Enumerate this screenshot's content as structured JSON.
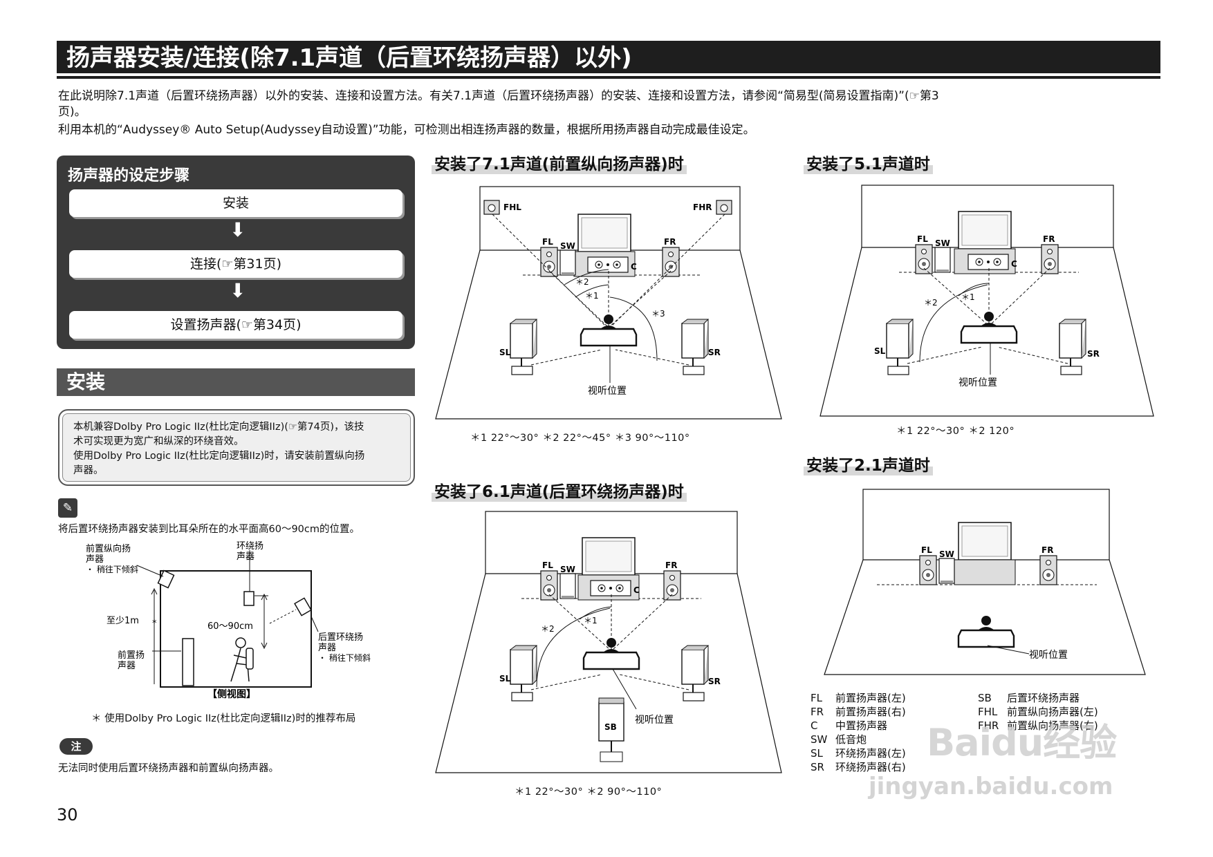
{
  "page": {
    "title": "扬声器安装/连接(除7.1声道（后置环绕扬声器）以外)",
    "intro_line1": "在此说明除7.1声道（后置环绕扬声器）以外的安装、连接和设置方法。有关7.1声道（后置环绕扬声器）的安装、连接和设置方法，请参阅“简易型(简易设置指南)”(☞第3",
    "intro_line2": "页)。",
    "intro_line3": "利用本机的“Audyssey® Auto Setup(Audyssey自动设置)”功能，可检测出相连扬声器的数量，根据所用扬声器自动完成最佳设定。",
    "page_number": "30"
  },
  "steps": {
    "title": "扬声器的设定步骤",
    "items": [
      "安装",
      "连接(☞第31页)",
      "设置扬声器(☞第34页)"
    ]
  },
  "install": {
    "heading": "安装",
    "note_line1": "本机兼容Dolby Pro Logic IIz(杜比定向逻辑IIz)(☞第74页)，该技",
    "note_line2": "术可实现更为宽广和纵深的环绕音效。",
    "note_line3": "使用Dolby Pro Logic IIz(杜比定向逻辑IIz)时，请安装前置纵向扬",
    "note_line4": "声器。",
    "tip": "将后置环绕扬声器安装到比耳朵所在的水平面高60～90cm的位置。",
    "side_view": {
      "front_height_1": "前置纵向扬",
      "front_height_2": "声器",
      "tilt_down": "・ 稍往下倾斜",
      "surround_1": "环绕扬",
      "surround_2": "声器",
      "at_least": "至少1m",
      "star": "*",
      "height_range": "60～90cm",
      "front_1": "前置扬",
      "front_2": "声器",
      "surround_back_1": "后置环绕扬",
      "surround_back_2": "声器",
      "tilt_down_2": "・ 稍往下倾斜",
      "caption": "【侧视图】"
    },
    "footnote": "＊  使用Dolby Pro Logic IIz(杜比定向逻辑IIz)时的推荐布局",
    "note_badge": "注",
    "note_text": "无法同时使用后置环绕扬声器和前置纵向扬声器。"
  },
  "diagrams": {
    "ch71_title": "安装了7.1声道(前置纵向扬声器)时",
    "ch71_angles": "＊1  22°～30°    ＊2  22°～45°    ＊3  90°～110°",
    "ch51_title": "安装了5.1声道时",
    "ch51_angles": "＊1  22°～30°    ＊2  120°",
    "ch61_title": "安装了6.1声道(后置环绕扬声器)时",
    "ch61_angles": "＊1  22°～30°    ＊2  90°～110°",
    "ch21_title": "安装了2.1声道时",
    "listening_position": "视听位置",
    "labels": {
      "FHL": "FHL",
      "FHR": "FHR",
      "FL": "FL",
      "FR": "FR",
      "SW": "SW",
      "C": "C",
      "SL": "SL",
      "SR": "SR",
      "SB": "SB",
      "a1": "＊1",
      "a2": "＊2",
      "a3": "＊3"
    }
  },
  "legend": {
    "left": [
      {
        "code": "FL",
        "desc": "前置扬声器(左)"
      },
      {
        "code": "FR",
        "desc": "前置扬声器(右)"
      },
      {
        "code": "C",
        "desc": "中置扬声器"
      },
      {
        "code": "SW",
        "desc": "低音炮"
      },
      {
        "code": "SL",
        "desc": "环绕扬声器(左)"
      },
      {
        "code": "SR",
        "desc": "环绕扬声器(右)"
      }
    ],
    "right": [
      {
        "code": "SB",
        "desc": "后置环绕扬声器"
      },
      {
        "code": "FHL",
        "desc": "前置纵向扬声器(左)"
      },
      {
        "code": "FHR",
        "desc": "前置纵向扬声器(右)"
      }
    ]
  },
  "watermark": {
    "brand": "Baidu经验",
    "url": "jingyan.baidu.com"
  }
}
